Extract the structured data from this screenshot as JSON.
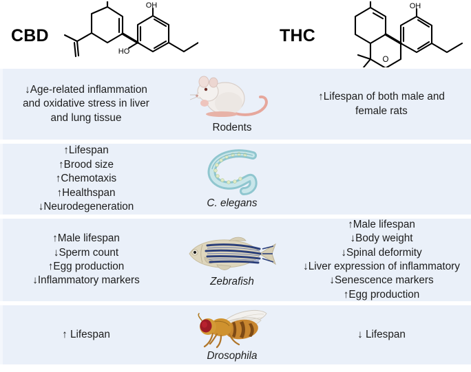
{
  "header": {
    "left_compound": "CBD",
    "right_compound": "THC",
    "left_structure_icon": "cannabidiol-skeletal-structure",
    "right_structure_icon": "tetrahydrocannabinol-skeletal-structure",
    "structure_labels": {
      "cbd_oh_top": "OH",
      "cbd_ho_bottom": "HO",
      "thc_oh_top": "OH",
      "thc_o_ring": "O"
    }
  },
  "colors": {
    "band_background": "#eaf0f9",
    "band_edge_highlight": "#f4f7fc",
    "page_background": "#ffffff",
    "text": "#1c1c1c"
  },
  "rows": [
    {
      "organism": "Rodents",
      "organism_italic": false,
      "organism_icon": "rodent-mouse-illustration",
      "cbd_effects": "↓Age-related inflammation\nand oxidative stress in liver\nand lung tissue",
      "thc_effects": "↑Lifespan of both male and\nfemale rats"
    },
    {
      "organism": "C. elegans",
      "organism_italic": true,
      "organism_icon": "c-elegans-nematode-illustration",
      "cbd_effects": "↑Lifespan\n↑Brood size\n↑Chemotaxis\n↑Healthspan\n↓Neurodegeneration",
      "thc_effects": ""
    },
    {
      "organism": "Zebrafish",
      "organism_italic": true,
      "organism_icon": "zebrafish-illustration",
      "cbd_effects": "↑Male lifespan\n↓Sperm count\n↑Egg production\n↓Inflammatory markers",
      "thc_effects": "↑Male lifespan\n↓Body weight\n↓Spinal deformity\n↓Liver expression of inflammatory\n↓Senescence markers\n↑Egg production"
    },
    {
      "organism": "Drosophila",
      "organism_italic": true,
      "organism_icon": "drosophila-fruit-fly-illustration",
      "cbd_effects": "↑ Lifespan",
      "thc_effects": "↓ Lifespan"
    }
  ]
}
